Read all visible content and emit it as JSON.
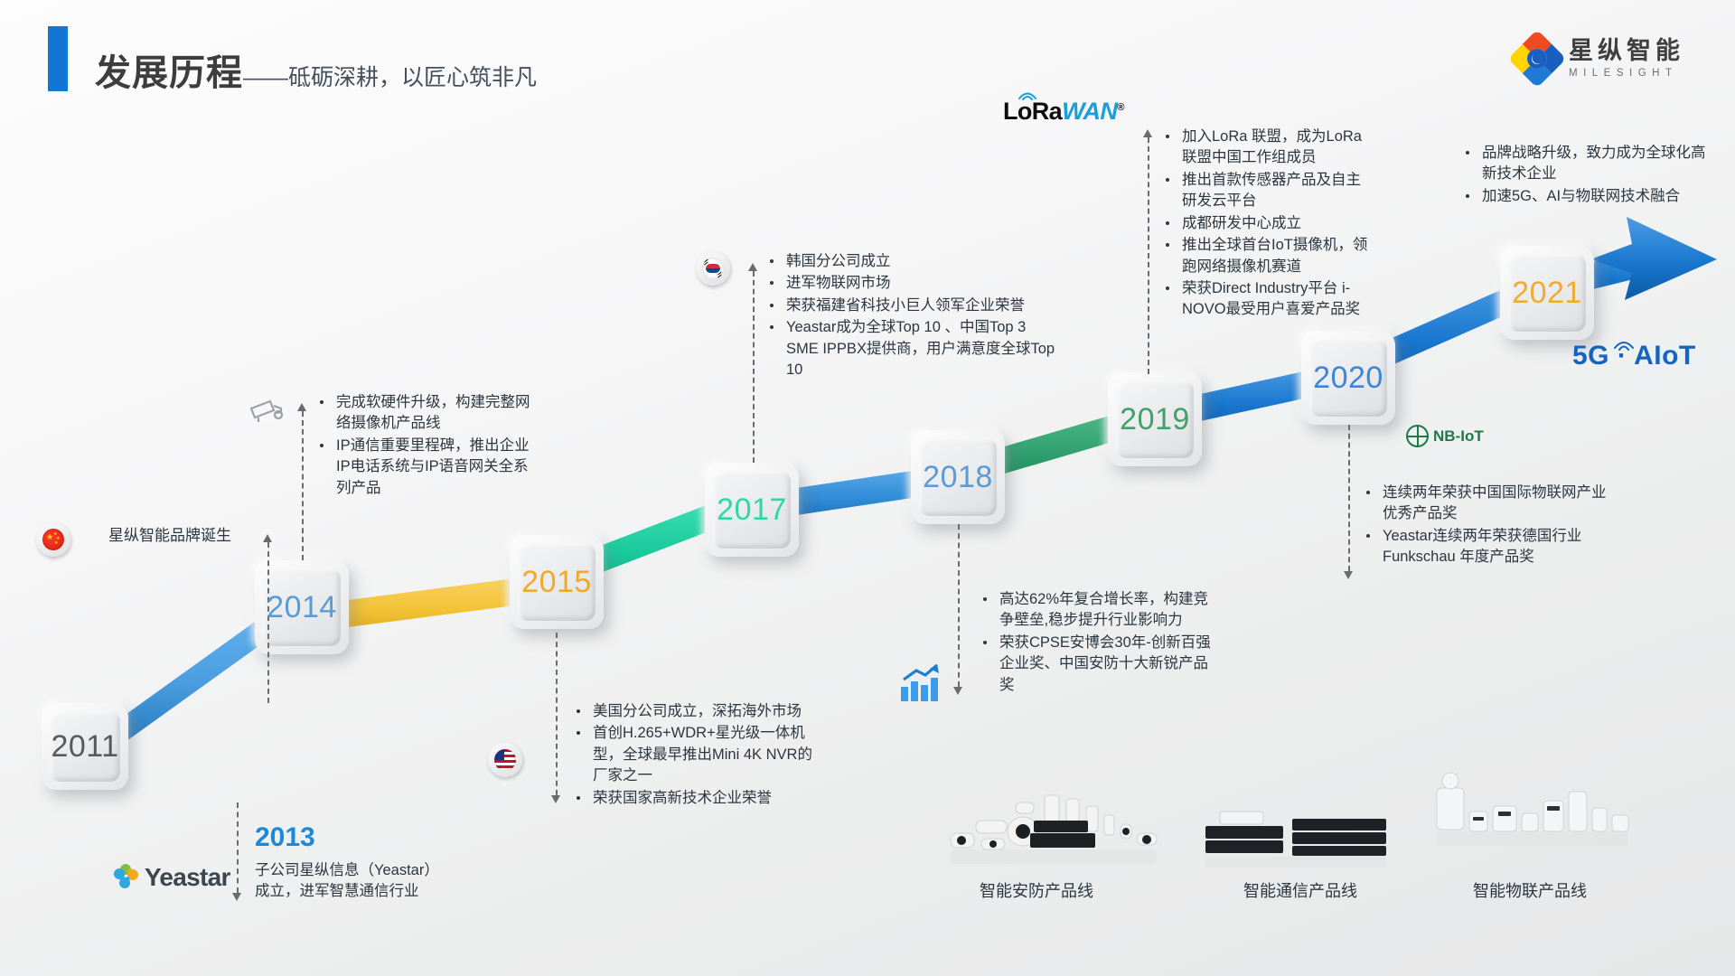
{
  "header": {
    "title_main": "发展历程",
    "title_sub": "——砥砺深耕，以匠心筑非凡",
    "logo_cn": "星纵智能",
    "logo_en": "MILESIGHT",
    "accent_color": "#1277d4"
  },
  "timeline": {
    "nodes": [
      {
        "year": "2011",
        "color": "#595959"
      },
      {
        "year": "2014",
        "color": "#5b9bd5"
      },
      {
        "year": "2015",
        "color": "#efa92c"
      },
      {
        "year": "2017",
        "color": "#2fd7a4"
      },
      {
        "year": "2018",
        "color": "#5b9bd5"
      },
      {
        "year": "2019",
        "color": "#44a06a"
      },
      {
        "year": "2020",
        "color": "#3d85d8"
      },
      {
        "year": "2021",
        "color": "#f0ab34"
      }
    ],
    "ribbon_colors": [
      "#4a9ee0",
      "#f2c235",
      "#16c79a",
      "#1f7fd4",
      "#2f9e6e",
      "#1877ce",
      "#1773cb"
    ]
  },
  "events": {
    "y2011": {
      "label": "星纵智能品牌诞生",
      "pin": "china-flag-pin"
    },
    "y2013": {
      "year": "2013",
      "text": "子公司星纵信息（Yeastar）成立，进军智慧通信行业",
      "logo": "Yeastar"
    },
    "y2014": {
      "icon": "security-camera-icon",
      "bullets": [
        "完成软硬件升级，构建完整网络摄像机产品线",
        "IP通信重要里程碑，推出企业IP电话系统与IP语音网关全系列产品"
      ]
    },
    "y2015": {
      "pin": "usa-flag-pin",
      "bullets": [
        "美国分公司成立，深拓海外市场",
        "首创H.265+WDR+星光级一体机型，全球最早推出Mini 4K NVR的厂家之一",
        "荣获国家高新技术企业荣誉"
      ]
    },
    "y2017": {
      "pin": "korea-flag-pin",
      "bullets": [
        "韩国分公司成立",
        "进军物联网市场",
        "荣获福建省科技小巨人领军企业荣誉",
        "Yeastar成为全球Top 10 、中国Top 3 SME IPPBX提供商，用户满意度全球Top 10"
      ]
    },
    "y2018": {
      "icon": "growth-bar-chart-icon",
      "bullets": [
        "高达62%年复合增长率，构建竞争壁垒,稳步提升行业影响力",
        "荣获CPSE安博会30年-创新百强企业奖、中国安防十大新锐产品奖"
      ]
    },
    "y2019": {
      "logo": "LoRaWAN",
      "bullets": [
        "加入LoRa 联盟，成为LoRa联盟中国工作组成员",
        "推出首款传感器产品及自主研发云平台",
        "成都研发中心成立",
        "推出全球首台IoT摄像机，领跑网络摄像机赛道",
        "荣获Direct Industry平台 i-NOVO最受用户喜爱产品奖"
      ]
    },
    "y2020": {
      "logo": "NB-IoT",
      "bullets": [
        "连续两年荣获中国国际物联网产业优秀产品奖",
        "Yeastar连续两年荣获德国行业Funkschau 年度产品奖"
      ]
    },
    "y2021": {
      "bullets": [
        "品牌战略升级，致力成为全球化高新技术企业",
        "加速5G、AI与物联网技术融合"
      ],
      "tagline": "5G · AIoT"
    }
  },
  "product_lines": [
    {
      "label": "智能安防产品线",
      "image": "security-products-photo"
    },
    {
      "label": "智能通信产品线",
      "image": "communication-products-photo"
    },
    {
      "label": "智能物联产品线",
      "image": "iot-products-photo"
    }
  ],
  "lorawan_logo": {
    "part1": "LoRa",
    "part2": "WAN",
    "reg": "®"
  },
  "nbiot_logo": {
    "text": "NB-IoT"
  },
  "yeastar_logo": {
    "text": "Yeastar"
  }
}
